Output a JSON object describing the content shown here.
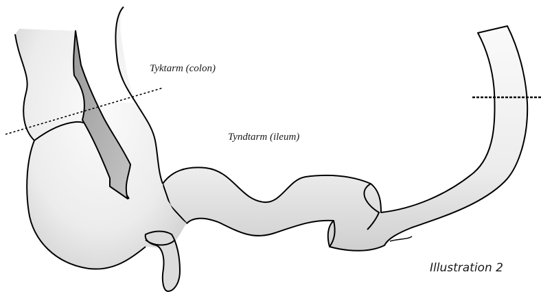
{
  "labels": {
    "colon": "Tyktarm (colon)",
    "ileum": "Tyndtarm (ileum)"
  },
  "caption": "Illustration 2",
  "colors": {
    "outline": "#000000",
    "fill_light": "#f7f7f7",
    "fill_shade": "#c9c9c9",
    "inner_fold": "#a8a8a8",
    "text": "#1a1a1a"
  }
}
